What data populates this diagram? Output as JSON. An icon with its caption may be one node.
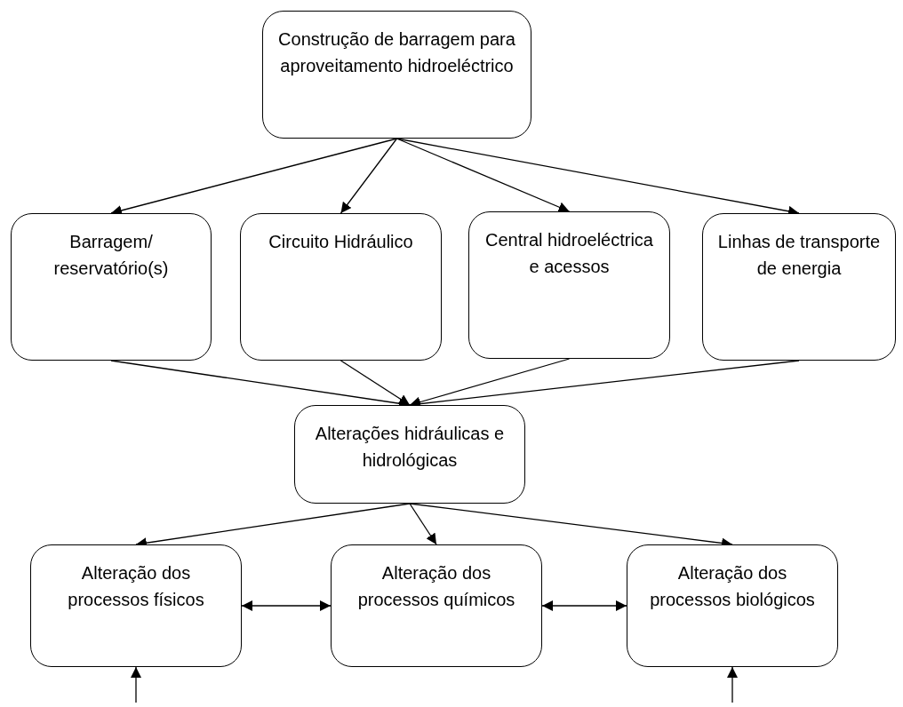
{
  "diagram": {
    "nodes": [
      {
        "text": [
          "Construção de barragem para aproveitamento hidroeléctrico"
        ]
      },
      {
        "text": [
          "Barragem/ reservatório(s)"
        ]
      },
      {
        "text": [
          "Circuito Hidráulico"
        ]
      },
      {
        "text": [
          "Central hidroeléctrica e acessos"
        ]
      },
      {
        "text": [
          "Linhas de transporte de energia"
        ]
      },
      {
        "text": [
          "Alterações hidráulicas e hidrológicas"
        ]
      },
      {
        "text": [
          "Alteração dos processos físicos"
        ]
      },
      {
        "text": [
          "Alteração dos processos químicos"
        ]
      },
      {
        "text": [
          "Alteração dos processos biológicos"
        ]
      }
    ],
    "edges": [
      {
        "from": 0,
        "to": 1,
        "arrow": "to"
      },
      {
        "from": 0,
        "to": 2,
        "arrow": "to"
      },
      {
        "from": 0,
        "to": 3,
        "arrow": "to"
      },
      {
        "from": 0,
        "to": 4,
        "arrow": "to"
      },
      {
        "from": 1,
        "to": 5,
        "arrow": "to"
      },
      {
        "from": 2,
        "to": 5,
        "arrow": "to"
      },
      {
        "from": 3,
        "to": 5,
        "arrow": "to"
      },
      {
        "from": 4,
        "to": 5,
        "arrow": "to"
      },
      {
        "from": 5,
        "to": 6,
        "arrow": "to"
      },
      {
        "from": 5,
        "to": 7,
        "arrow": "to"
      },
      {
        "from": 5,
        "to": 8,
        "arrow": "to"
      },
      {
        "from": 6,
        "to": 7,
        "arrow": "both"
      },
      {
        "from": 7,
        "to": 8,
        "arrow": "both"
      },
      {
        "from": null,
        "to": 6,
        "arrow": "to"
      },
      {
        "from": null,
        "to": 8,
        "arrow": "to"
      }
    ]
  }
}
